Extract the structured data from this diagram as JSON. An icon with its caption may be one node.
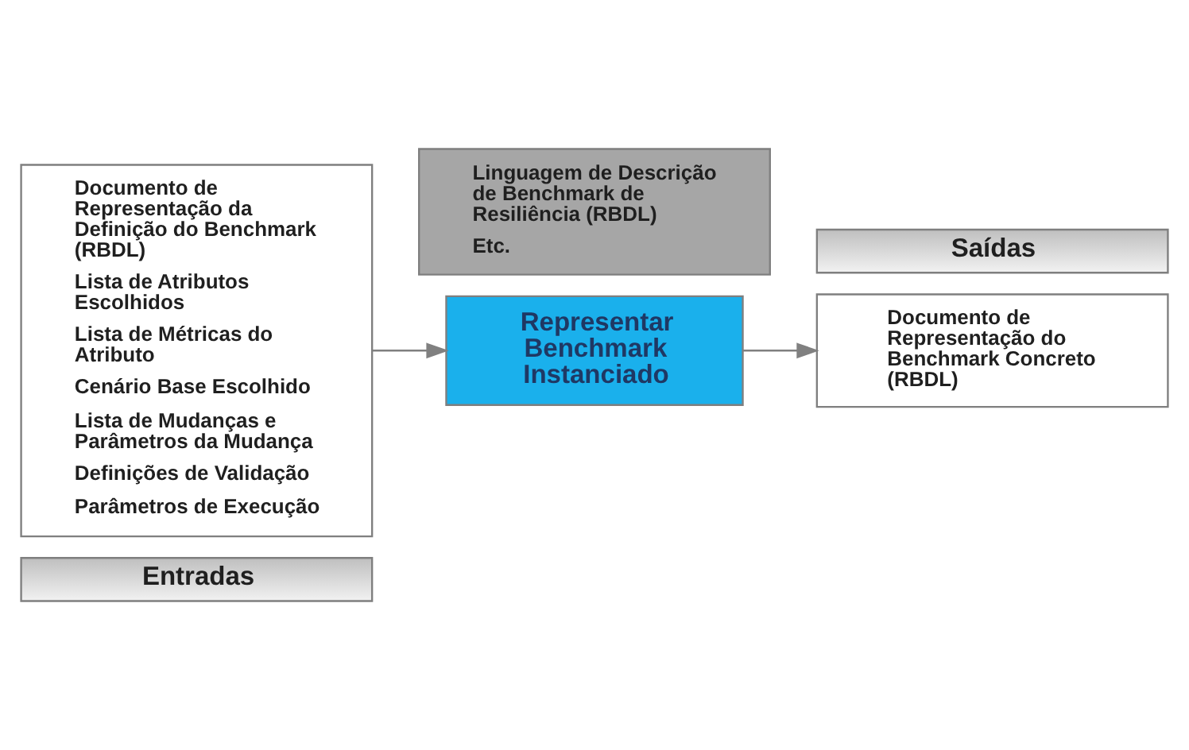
{
  "diagram": {
    "nodes": [
      {
        "text": [
          "Entradas"
        ]
      },
      {
        "text": [
          "Documento de Representação da Definição do Benchmark (RBDL)",
          "Lista de Atributos Escolhidos",
          "Lista de Métricas do Atributo",
          "Cenário Base Escolhido",
          "Lista de Mudanças e Parâmetros da Mudança",
          "Definições de Validação",
          "Parâmetros de Execução"
        ]
      },
      {
        "text": [
          "Representar Benchmark Instanciado"
        ]
      },
      {
        "text": [
          "Linguagem de Descrição de Benchmark de Resiliência (RBDL)",
          "Etc."
        ]
      },
      {
        "text": [
          "Saídas"
        ]
      },
      {
        "text": [
          "Documento de Representação do Benchmark Concreto (RBDL)"
        ]
      }
    ],
    "edges": [
      {
        "from": 1,
        "to": 2,
        "arrow": "to"
      },
      {
        "from": 2,
        "to": 5,
        "arrow": "to"
      }
    ]
  }
}
